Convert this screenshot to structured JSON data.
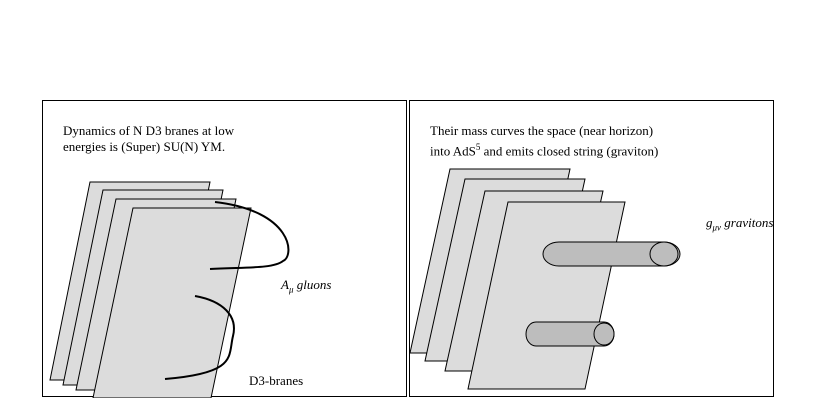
{
  "left_panel": {
    "caption_line1": "Dynamics of N D3 branes at low",
    "caption_line2": "energies is (Super) SU(N) YM.",
    "gluon_symbol": "A",
    "gluon_subscript": "μ",
    "gluon_word": "gluons",
    "branes_label": "D3-branes"
  },
  "right_panel": {
    "caption_line1": "Their mass curves the  space (near horizon)",
    "caption_line2_pre": "into AdS",
    "caption_line2_sup": "5",
    "caption_line2_post": " and emits closed string (graviton)",
    "graviton_symbol": "g",
    "graviton_subscript": "μν",
    "graviton_word": "gravitons"
  },
  "colors": {
    "brane_fill": "#dcdcdc",
    "tube_fill": "#bdbdbd",
    "stroke": "#000000"
  }
}
